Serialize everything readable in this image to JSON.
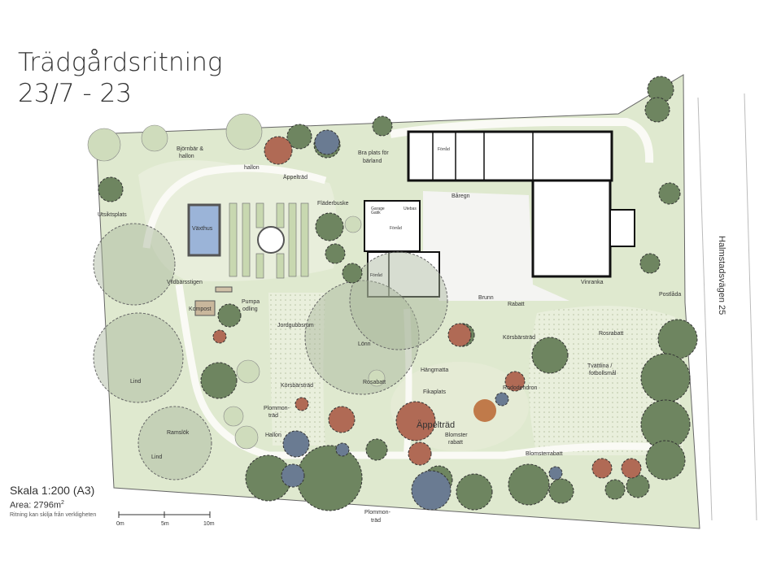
{
  "title": {
    "line1": "Trädgårdsritning",
    "line2": "23/7 - 23"
  },
  "scale": {
    "text": "Skala 1:200 (A3)",
    "area_prefix": "Area: 2796m",
    "area_sup": "2",
    "disclaimer": "Ritning kan skilja från verkligheten",
    "ticks": [
      "0m",
      "5m",
      "10m"
    ]
  },
  "road": {
    "label": "Halmstadsvägen 25"
  },
  "labels": {
    "bjornbar": "Björnbär &",
    "bjornbar2": "hallon",
    "hallon": "hallon",
    "appeltrad_top": "Äppelträd",
    "bra_plats": "Bra plats för",
    "bra_plats2": "bärland",
    "utsiktsplats": "Utsiktsplats",
    "vaxthus": "Växthus",
    "fladerbuske": "Fläderbuske",
    "baregn": "Båregn",
    "vildbarsstigen": "Vildbärsstigen",
    "kompost": "Kompost",
    "pumpa": "Pumpa",
    "pumpa2": "odling",
    "jordgubbsrum": "Jordgubbsrum",
    "lonn": "Lönn",
    "lind1": "Lind",
    "lind2": "Lind",
    "ramslok": "Ramslök",
    "korsbarstrad1": "Körsbärsträd",
    "korsbarstrad2": "Körsbärsträd",
    "rosabatt": "Rosabatt",
    "hangmatta": "Hängmatta",
    "fikaplats": "Fikaplats",
    "appeltrad_big": "Äppelträd",
    "plommon1": "Plommon-",
    "plommon1b": "träd",
    "plommon2": "Plommon-",
    "plommon2b": "träd",
    "hallon2": "Hallon",
    "blomster_rabatt": "Blomster",
    "blomster_rabatt2": "rabatt",
    "blomsterrabatt": "Blomsterrabatt",
    "rabatt": "Rabatt",
    "brunn": "Brunn",
    "rododendron": "Rododendron",
    "rosrabatt": "Rosrabatt",
    "tvattlina": "Tvättlina /",
    "tvattlina2": "fotbollsmål",
    "postlada": "Postlåda",
    "vinranka": "Vinranka",
    "garage_label": "Garage",
    "forrad1": "Förråd",
    "forrad2": "Förråd",
    "forrad3": "Förråd",
    "gatik": "Gatik",
    "utebas": "Utebas"
  }
}
